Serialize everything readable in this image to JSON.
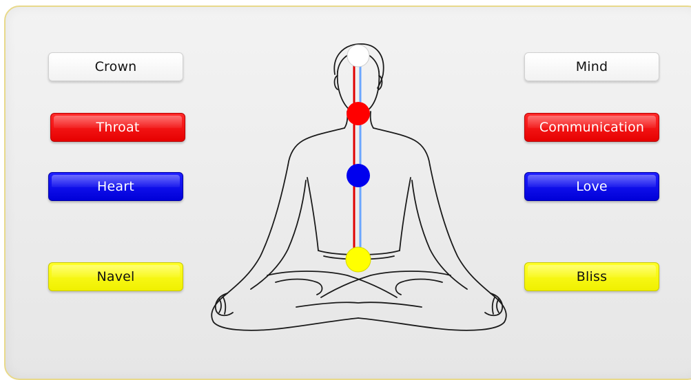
{
  "left_labels": [
    "Crown",
    "Throat",
    "Heart",
    "Navel"
  ],
  "right_labels": [
    "Mind",
    "Communication",
    "Love",
    "Bliss"
  ],
  "colors": {
    "crown": "#ffffff",
    "throat": "#ff0000",
    "heart": "#0000ee",
    "navel": "#ffff00",
    "channel_red": "#e00000",
    "channel_blue": "#6aa6ff"
  },
  "icons": {
    "figure": "meditating-person-outline"
  }
}
